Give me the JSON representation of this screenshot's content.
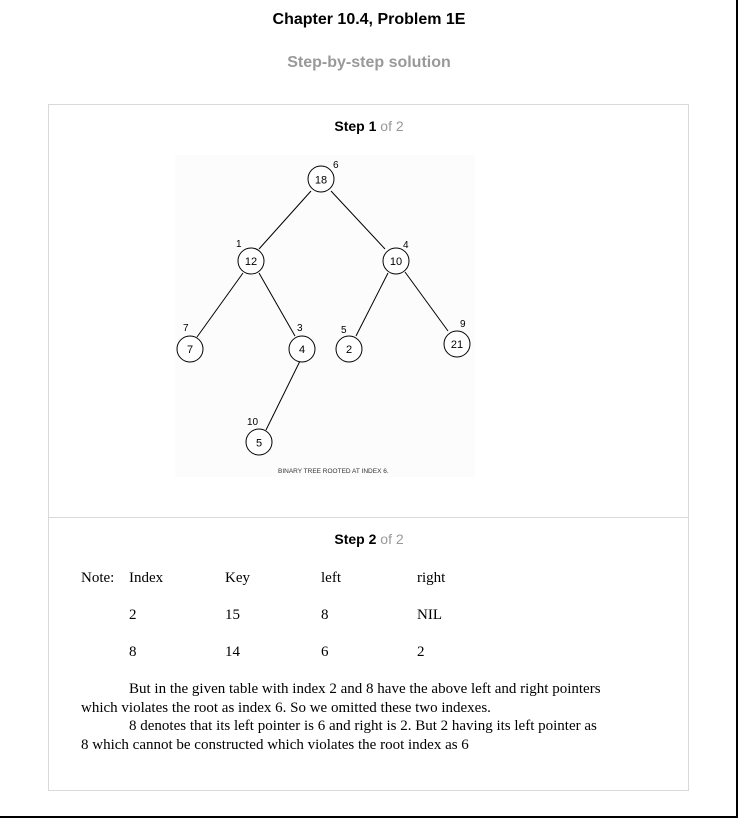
{
  "header": {
    "chapter_title": "Chapter 10.4, Problem 1E",
    "subtitle": "Step-by-step solution"
  },
  "steps": [
    {
      "word": "Step",
      "number": "1",
      "of_text": "of 2"
    },
    {
      "word": "Step",
      "number": "2",
      "of_text": "of 2"
    }
  ],
  "tree": {
    "nodes": [
      {
        "key": "18",
        "index": "6"
      },
      {
        "key": "12",
        "index": "1"
      },
      {
        "key": "10",
        "index": "4"
      },
      {
        "key": "7",
        "index": "7"
      },
      {
        "key": "4",
        "index": "3"
      },
      {
        "key": "2",
        "index": "5"
      },
      {
        "key": "21",
        "index": "9"
      },
      {
        "key": "5",
        "index": "10"
      }
    ],
    "caption": "BINARY TREE ROOTED AT INDEX 6."
  },
  "note_table": {
    "note_label": "Note:",
    "headers": [
      "Index",
      "Key",
      "left",
      "right"
    ],
    "rows": [
      [
        "2",
        "15",
        "8",
        "NIL"
      ],
      [
        "8",
        "14",
        "6",
        "2"
      ]
    ]
  },
  "paragraphs": [
    {
      "line1": "But in the given table with index 2 and 8 have the above left and right pointers",
      "line2": "which violates the root as index 6.  So we omitted these two indexes."
    },
    {
      "line1": "8 denotes that its left pointer is 6 and right is 2.  But 2 having its left pointer as",
      "line2": "8 which cannot be constructed which violates the root index as 6"
    }
  ]
}
